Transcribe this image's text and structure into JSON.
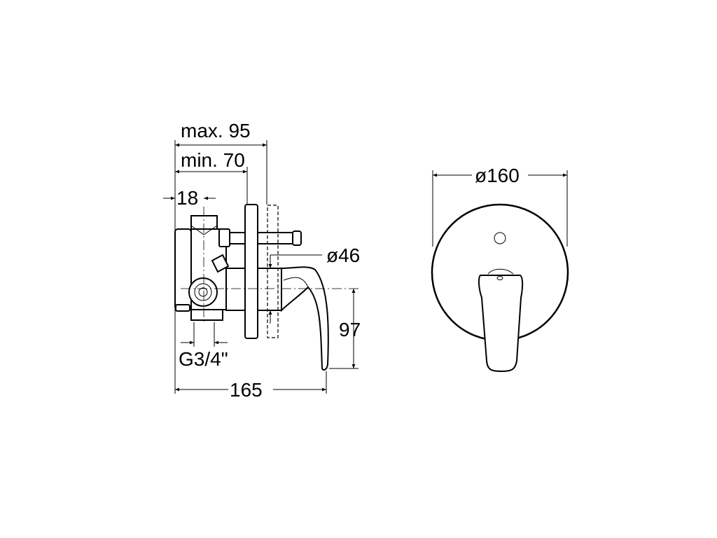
{
  "dimensions": {
    "max_depth": "max. 95",
    "min_depth": "min. 70",
    "inlet_offset": "18",
    "connection_thread": "G3/4\"",
    "spindle_diameter": "ø46",
    "handle_drop": "97",
    "total_depth": "165",
    "plate_diameter": "ø160"
  }
}
